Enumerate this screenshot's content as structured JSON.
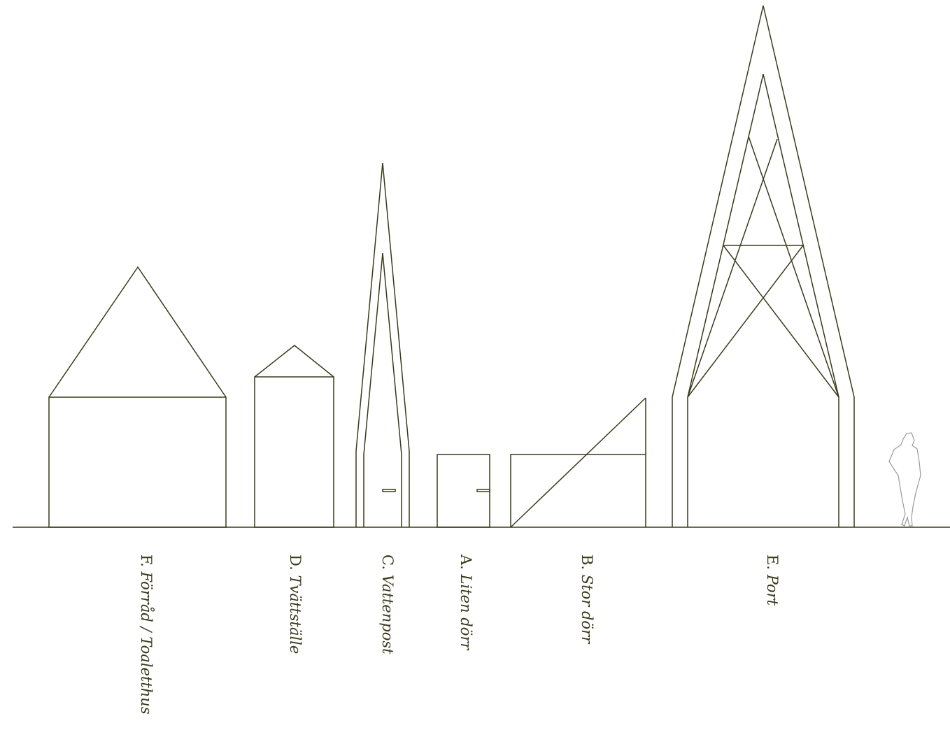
{
  "colors": {
    "line": "#3a3a1c",
    "text": "#3a3a1c",
    "silhouette": "#9a9a9a",
    "background": "#ffffff"
  },
  "labels": [
    {
      "id": "F",
      "letter": "F.",
      "name": "Förråd / Toaletthus"
    },
    {
      "id": "D",
      "letter": "D.",
      "name": "Tvättställe"
    },
    {
      "id": "C",
      "letter": "C.",
      "name": "Vattenpost"
    },
    {
      "id": "A",
      "letter": "A.",
      "name": "Liten dörr"
    },
    {
      "id": "B",
      "letter": "B.",
      "name": "Stor dörr"
    },
    {
      "id": "E",
      "letter": "E.",
      "name": "Port"
    }
  ],
  "icons": {
    "scale_figure": "person-silhouette-icon"
  }
}
